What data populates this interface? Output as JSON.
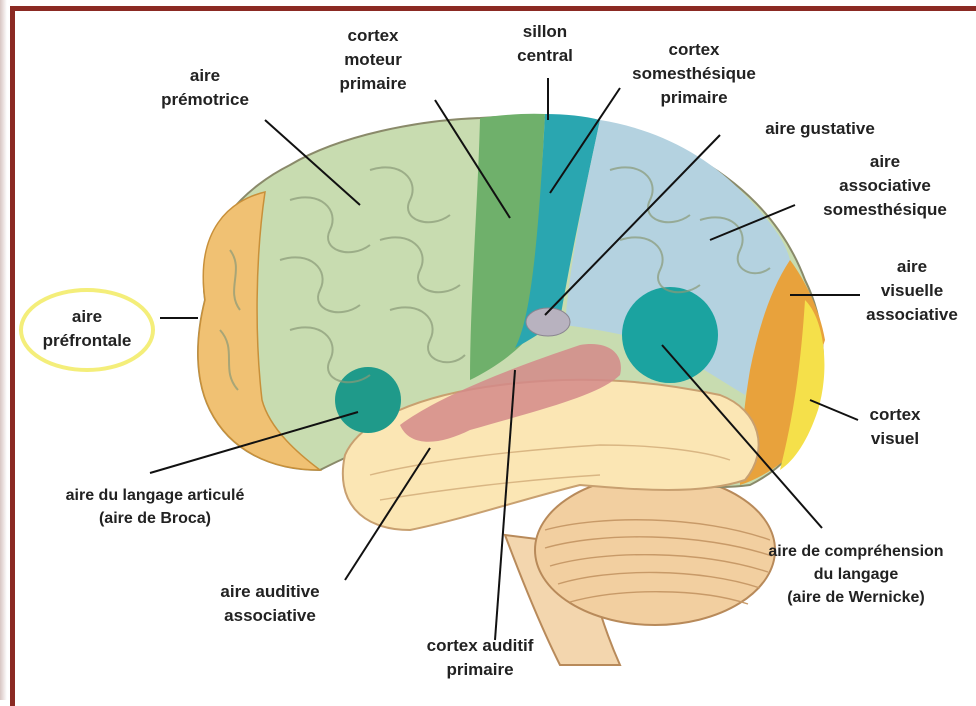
{
  "labels": {
    "aire_premotrice": "aire\nprémotrice",
    "cortex_moteur_primaire": "cortex\nmoteur\nprimaire",
    "sillon_central": "sillon\ncentral",
    "cortex_somesthesique_primaire": "cortex\nsomesthésique\nprimaire",
    "aire_gustative": "aire gustative",
    "aire_associative_somesthesique": "aire\nassociative\nsomesthésique",
    "aire_prefrontale": "aire\npréfrontale",
    "aire_visuelle_associative": "aire\nvisuelle\nassociative",
    "cortex_visuel": "cortex\nvisuel",
    "aire_langage_articule": "aire du langage articulé\n(aire de Broca)",
    "aire_comprehension_langage": "aire de compréhension\ndu langage\n(aire de Wernicke)",
    "aire_auditive_associative": "aire auditive\nassociative",
    "cortex_auditif_primaire": "cortex auditif\nprimaire"
  },
  "colors": {
    "prefrontal": "#f0c173",
    "premotor": "#c8dcb0",
    "motor": "#6fb06b",
    "somatosensory_primary": "#2aa6b0",
    "somatosensory_assoc": "#b4d2e0",
    "visual_assoc": "#e8a23c",
    "visual": "#f5e04a",
    "wernicke": "#1ba3a0",
    "broca": "#1f9a8a",
    "auditory": "#d48a8a",
    "temporal": "#fbe6b4",
    "cerebellum": "#f2cfa0",
    "frame": "#8b2a23",
    "highlight": "#f4ee7a"
  }
}
